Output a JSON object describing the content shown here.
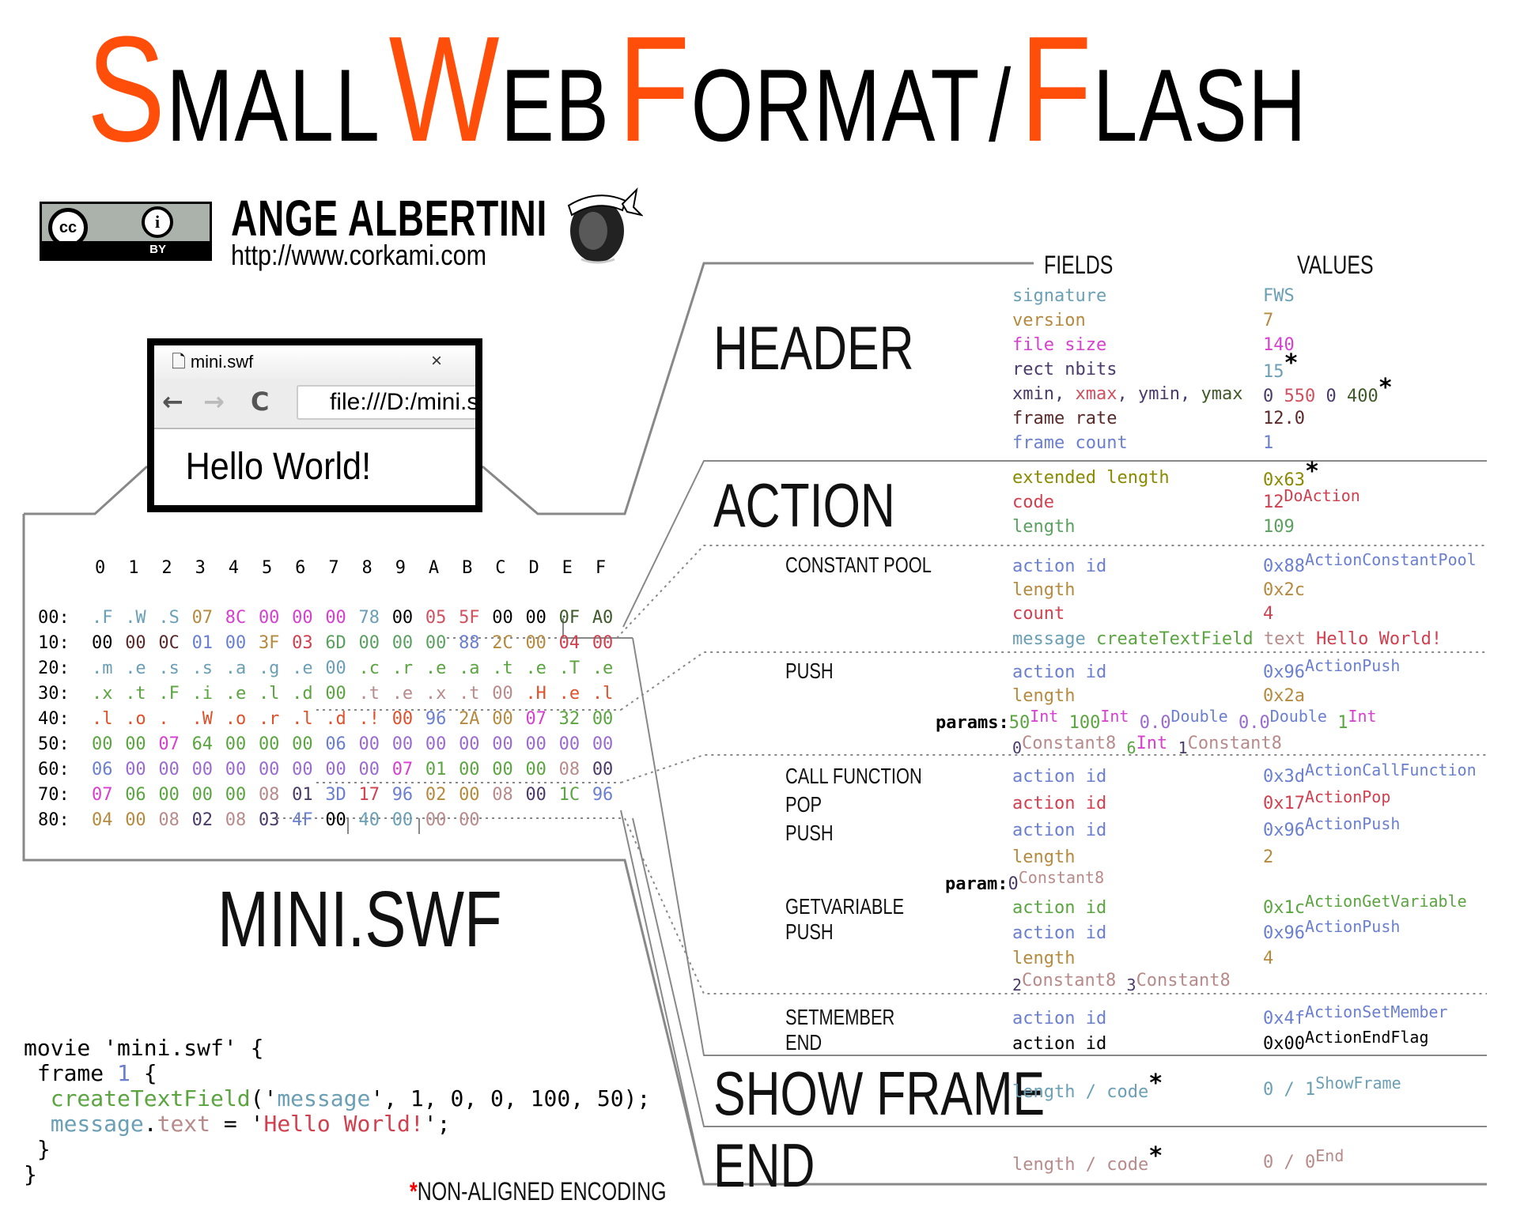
{
  "title": {
    "words": [
      {
        "cap": "S",
        "rest": "MALL"
      },
      {
        "cap": "W",
        "rest": "EB"
      },
      {
        "cap": "F",
        "rest": "ORMAT"
      },
      {
        "cap": "",
        "rest": "/"
      },
      {
        "cap": "F",
        "rest": "LASH"
      }
    ]
  },
  "credits": {
    "license_cc": "cc",
    "license_i": "i",
    "license_by": "BY",
    "author": "ANGE ALBERTINI",
    "url": "http://www.corkami.com"
  },
  "browser": {
    "tab_title": "mini.swf",
    "tab_close": "×",
    "back": "←",
    "forward": "→",
    "reload": "C",
    "address": "file:///D:/mini.swf",
    "content": "Hello World!"
  },
  "colors": {
    "orange": "#ff4d0a",
    "sig": "#6a9fb5",
    "version": "#b58a3e",
    "filesize": "#d63fcf",
    "nbits": "#4a3a6a",
    "xmax": "#d0505f",
    "ymax": "#3f5a2a",
    "framerate": "#5a2a2a",
    "framecount": "#6a7fd0",
    "olive": "#8a8a00",
    "red": "#d0404f",
    "green": "#5aa060",
    "lime": "#5aa540",
    "purple": "#9a6ad0",
    "rose": "#b88a8a",
    "gray": "#999999"
  },
  "hex": {
    "columns": [
      "0",
      "1",
      "2",
      "3",
      "4",
      "5",
      "6",
      "7",
      "8",
      "9",
      "A",
      "B",
      "C",
      "D",
      "E",
      "F"
    ],
    "rows": [
      {
        "addr": "00:",
        "bytes": [
          [
            ".F",
            "sig"
          ],
          [
            ".W",
            "sig"
          ],
          [
            ".S",
            "sig"
          ],
          [
            "07",
            "version"
          ],
          [
            "8C",
            "filesize"
          ],
          [
            "00",
            "filesize"
          ],
          [
            "00",
            "filesize"
          ],
          [
            "00",
            "filesize"
          ],
          [
            "78",
            "sig"
          ],
          [
            "00",
            "black"
          ],
          [
            "05",
            "xmax"
          ],
          [
            "5F",
            "xmax"
          ],
          [
            "00",
            "black"
          ],
          [
            "00",
            "black"
          ],
          [
            "0F",
            "ymax"
          ],
          [
            "A0",
            "ymax"
          ]
        ]
      },
      {
        "addr": "10:",
        "bytes": [
          [
            "00",
            "black"
          ],
          [
            "00",
            "framerate"
          ],
          [
            "0C",
            "framerate"
          ],
          [
            "01",
            "framecount"
          ],
          [
            "00",
            "framecount"
          ],
          [
            "3F",
            "version"
          ],
          [
            "03",
            "red"
          ],
          [
            "6D",
            "green"
          ],
          [
            "00",
            "green"
          ],
          [
            "00",
            "green"
          ],
          [
            "00",
            "green"
          ],
          [
            "88",
            "framecount"
          ],
          [
            "2C",
            "version"
          ],
          [
            "00",
            "version"
          ],
          [
            "04",
            "red"
          ],
          [
            "00",
            "red"
          ]
        ]
      },
      {
        "addr": "20:",
        "bytes": [
          [
            ".m",
            "sig"
          ],
          [
            ".e",
            "sig"
          ],
          [
            ".s",
            "sig"
          ],
          [
            ".s",
            "sig"
          ],
          [
            ".a",
            "sig"
          ],
          [
            ".g",
            "sig"
          ],
          [
            ".e",
            "sig"
          ],
          [
            "00",
            "sig"
          ],
          [
            ".c",
            "lime"
          ],
          [
            ".r",
            "lime"
          ],
          [
            ".e",
            "lime"
          ],
          [
            ".a",
            "lime"
          ],
          [
            ".t",
            "lime"
          ],
          [
            ".e",
            "lime"
          ],
          [
            ".T",
            "lime"
          ],
          [
            ".e",
            "lime"
          ]
        ]
      },
      {
        "addr": "30:",
        "bytes": [
          [
            ".x",
            "lime"
          ],
          [
            ".t",
            "lime"
          ],
          [
            ".F",
            "lime"
          ],
          [
            ".i",
            "lime"
          ],
          [
            ".e",
            "lime"
          ],
          [
            ".l",
            "lime"
          ],
          [
            ".d",
            "lime"
          ],
          [
            "00",
            "lime"
          ],
          [
            ".t",
            "rose"
          ],
          [
            ".e",
            "rose"
          ],
          [
            ".x",
            "rose"
          ],
          [
            ".t",
            "rose"
          ],
          [
            "00",
            "rose"
          ],
          [
            ".H",
            "orangered"
          ],
          [
            ".e",
            "orangered"
          ],
          [
            ".l",
            "orangered"
          ]
        ]
      },
      {
        "addr": "40:",
        "bytes": [
          [
            ".l",
            "orangered"
          ],
          [
            ".o",
            "orangered"
          ],
          [
            ". ",
            "orangered"
          ],
          [
            ".W",
            "orangered"
          ],
          [
            ".o",
            "orangered"
          ],
          [
            ".r",
            "orangered"
          ],
          [
            ".l",
            "orangered"
          ],
          [
            ".d",
            "orangered"
          ],
          [
            ".!",
            "orangered"
          ],
          [
            "00",
            "orangered"
          ],
          [
            "96",
            "framecount"
          ],
          [
            "2A",
            "version"
          ],
          [
            "00",
            "version"
          ],
          [
            "07",
            "filesize"
          ],
          [
            "32",
            "lime"
          ],
          [
            "00",
            "lime"
          ]
        ]
      },
      {
        "addr": "50:",
        "bytes": [
          [
            "00",
            "lime"
          ],
          [
            "00",
            "lime"
          ],
          [
            "07",
            "filesize"
          ],
          [
            "64",
            "lime"
          ],
          [
            "00",
            "lime"
          ],
          [
            "00",
            "lime"
          ],
          [
            "00",
            "lime"
          ],
          [
            "06",
            "framecount"
          ],
          [
            "00",
            "purple"
          ],
          [
            "00",
            "purple"
          ],
          [
            "00",
            "purple"
          ],
          [
            "00",
            "purple"
          ],
          [
            "00",
            "purple"
          ],
          [
            "00",
            "purple"
          ],
          [
            "00",
            "purple"
          ],
          [
            "00",
            "purple"
          ]
        ]
      },
      {
        "addr": "60:",
        "bytes": [
          [
            "06",
            "framecount"
          ],
          [
            "00",
            "purple"
          ],
          [
            "00",
            "purple"
          ],
          [
            "00",
            "purple"
          ],
          [
            "00",
            "purple"
          ],
          [
            "00",
            "purple"
          ],
          [
            "00",
            "purple"
          ],
          [
            "00",
            "purple"
          ],
          [
            "00",
            "purple"
          ],
          [
            "07",
            "filesize"
          ],
          [
            "01",
            "lime"
          ],
          [
            "00",
            "lime"
          ],
          [
            "00",
            "lime"
          ],
          [
            "00",
            "lime"
          ],
          [
            "08",
            "rose"
          ],
          [
            "00",
            "nbits"
          ]
        ]
      },
      {
        "addr": "70:",
        "bytes": [
          [
            "07",
            "filesize"
          ],
          [
            "06",
            "lime"
          ],
          [
            "00",
            "lime"
          ],
          [
            "00",
            "lime"
          ],
          [
            "00",
            "lime"
          ],
          [
            "08",
            "rose"
          ],
          [
            "01",
            "nbits"
          ],
          [
            "3D",
            "framecount"
          ],
          [
            "17",
            "red"
          ],
          [
            "96",
            "framecount"
          ],
          [
            "02",
            "version"
          ],
          [
            "00",
            "version"
          ],
          [
            "08",
            "rose"
          ],
          [
            "00",
            "nbits"
          ],
          [
            "1C",
            "lime"
          ],
          [
            "96",
            "framecount"
          ]
        ]
      },
      {
        "addr": "80:",
        "bytes": [
          [
            "04",
            "version"
          ],
          [
            "00",
            "version"
          ],
          [
            "08",
            "rose"
          ],
          [
            "02",
            "nbits"
          ],
          [
            "08",
            "rose"
          ],
          [
            "03",
            "nbits"
          ],
          [
            "4F",
            "framecount"
          ],
          [
            "00",
            "black"
          ],
          [
            "40",
            "sig"
          ],
          [
            "00",
            "sig"
          ],
          [
            "00",
            "rose"
          ],
          [
            "00",
            "rose"
          ]
        ]
      }
    ]
  },
  "file_label": "MINI.SWF",
  "code": {
    "lines": [
      [
        [
          "movie 'mini.swf' {",
          "black"
        ]
      ],
      [
        [
          " frame ",
          "black"
        ],
        [
          "1",
          "framecount"
        ],
        [
          " {",
          "black"
        ]
      ],
      [
        [
          "  ",
          "black"
        ],
        [
          "createTextField",
          "lime"
        ],
        [
          "('",
          "black"
        ],
        [
          "message",
          "sig"
        ],
        [
          "', 1, 0, 0, 100, 50);",
          "black"
        ]
      ],
      [
        [
          "  ",
          "black"
        ],
        [
          "message",
          "sig"
        ],
        [
          ".",
          "black"
        ],
        [
          "text",
          "rose"
        ],
        [
          " = '",
          "black"
        ],
        [
          "Hello World!",
          "red"
        ],
        [
          "';",
          "black"
        ]
      ],
      [
        [
          " }",
          "black"
        ]
      ],
      [
        [
          "}",
          "black"
        ]
      ]
    ]
  },
  "note": {
    "star": "*",
    "text": "NON-ALIGNED ENCODING"
  },
  "table": {
    "fields_header": "FIELDS",
    "values_header": "VALUES",
    "sections": {
      "header": "HEADER",
      "action": "ACTION",
      "constant_pool": "CONSTANT POOL",
      "push1": "PUSH",
      "call_function": "CALL FUNCTION",
      "pop": "POP",
      "push2": "PUSH",
      "getvariable": "GETVARIABLE",
      "push3": "PUSH",
      "setmember": "SETMEMBER",
      "end_action": "END",
      "show_frame": "SHOW FRAME",
      "end": "END"
    },
    "header_rows": [
      {
        "field": "signature",
        "value": "FWS",
        "color": "sig"
      },
      {
        "field": "version",
        "value": "7",
        "color": "version"
      },
      {
        "field": "file size",
        "value": "140",
        "color": "filesize"
      },
      {
        "field": "rect nbits",
        "value": "15",
        "color": "nbits",
        "value_color": "sig",
        "star": "*"
      },
      {
        "field_parts": [
          [
            "xmin",
            "nbits"
          ],
          [
            ", ",
            "nbits"
          ],
          [
            "xmax",
            "xmax"
          ],
          [
            ", ",
            "nbits"
          ],
          [
            "ymin",
            "nbits"
          ],
          [
            ", ",
            "nbits"
          ],
          [
            "ymax",
            "ymax"
          ]
        ],
        "value_parts": [
          [
            "0 ",
            "nbits"
          ],
          [
            "550 ",
            "xmax"
          ],
          [
            "0 ",
            "nbits"
          ],
          [
            "400",
            "ymax"
          ]
        ],
        "star": "*"
      },
      {
        "field": "frame rate",
        "value": "12.0",
        "color": "framerate"
      },
      {
        "field": "frame count",
        "value": "1",
        "color": "framecount"
      }
    ],
    "action_rows": [
      {
        "field": "extended length",
        "value": "0x63",
        "color": "olive",
        "star": "*"
      },
      {
        "field": "code",
        "value": "12",
        "sup": "DoAction",
        "color": "red"
      },
      {
        "field": "length",
        "value": "109",
        "color": "green"
      }
    ],
    "constant_pool_rows": [
      {
        "field": "action id",
        "value": "0x88",
        "sup": "ActionConstantPool",
        "color": "framecount"
      },
      {
        "field": "length",
        "value": "0x2c",
        "color": "version"
      },
      {
        "field": "count",
        "value": "4",
        "color": "red"
      }
    ],
    "constant_strings": [
      [
        "message",
        "sig"
      ],
      [
        "createTextField",
        "lime"
      ],
      [
        "text",
        "rose"
      ],
      [
        "Hello World!",
        "red"
      ]
    ],
    "push1_rows": [
      {
        "field": "action id",
        "value": "0x96",
        "sup": "ActionPush",
        "color": "framecount"
      },
      {
        "field": "length",
        "value": "0x2a",
        "color": "version"
      }
    ],
    "push1_params_label": "params:",
    "push1_params_line1": [
      [
        "50",
        "lime",
        "Int",
        "filesize"
      ],
      [
        "100",
        "lime",
        "Int",
        "filesize"
      ],
      [
        "0.0",
        "purple",
        "Double",
        "framecount"
      ],
      [
        "0.0",
        "purple",
        "Double",
        "framecount"
      ],
      [
        "1",
        "lime",
        "Int",
        "filesize"
      ]
    ],
    "push1_params_line2": [
      [
        "0",
        "nbits",
        "Constant8",
        "rose"
      ],
      [
        "6",
        "lime",
        "Int",
        "filesize"
      ],
      [
        "1",
        "nbits",
        "Constant8",
        "rose"
      ]
    ],
    "call_rows": [
      {
        "field": "action id",
        "value": "0x3d",
        "sup": "ActionCallFunction",
        "color": "framecount"
      },
      {
        "field": "action id",
        "value": "0x17",
        "sup": "ActionPop",
        "color": "red"
      },
      {
        "field": "action id",
        "value": "0x96",
        "sup": "ActionPush",
        "color": "framecount"
      },
      {
        "field": "length",
        "value": "2",
        "color": "version"
      }
    ],
    "push2_param_label": "param:",
    "push2_param": [
      "0",
      "nbits",
      "Constant8",
      "rose"
    ],
    "getvar_rows": [
      {
        "field": "action id",
        "value": "0x1c",
        "sup": "ActionGetVariable",
        "color": "lime"
      },
      {
        "field": "action id",
        "value": "0x96",
        "sup": "ActionPush",
        "color": "framecount"
      },
      {
        "field": "length",
        "value": "4",
        "color": "version"
      }
    ],
    "push3_params": [
      [
        "2",
        "nbits",
        "Constant8",
        "rose"
      ],
      [
        "3",
        "nbits",
        "Constant8",
        "rose"
      ]
    ],
    "setmember_rows": [
      {
        "field": "action id",
        "value": "0x4f",
        "sup": "ActionSetMember",
        "color": "framecount"
      },
      {
        "field": "action id",
        "value": "0x00",
        "sup": "ActionEndFlag",
        "color": "black"
      }
    ],
    "showframe_row": {
      "field": "length / code",
      "value": "0 / 1",
      "sup": "ShowFrame",
      "color": "sig",
      "star": "*"
    },
    "end_row": {
      "field": "length / code",
      "value": "0 / 0",
      "sup": "End",
      "color": "rose",
      "star": "*"
    }
  }
}
